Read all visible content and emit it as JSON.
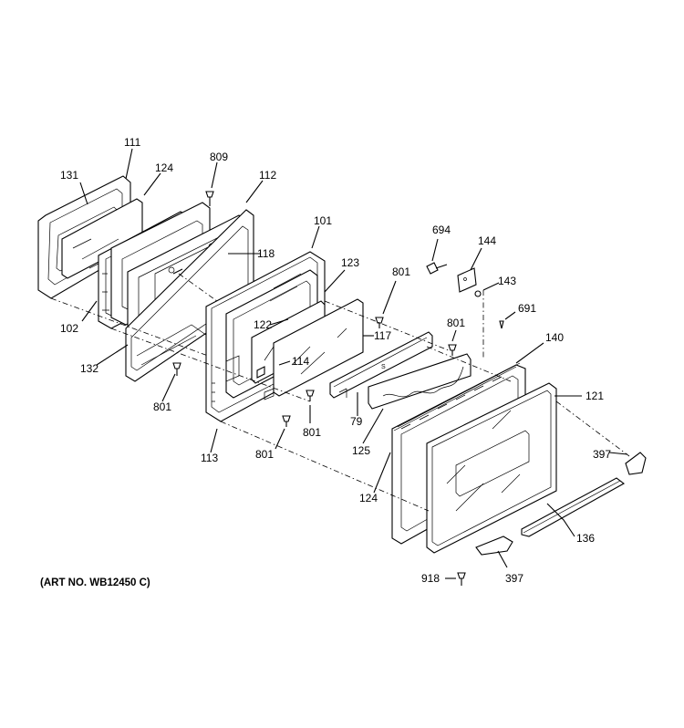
{
  "art_note": "(ART NO. WB12450 C)",
  "callouts": {
    "c111": "111",
    "c131": "131",
    "c124a": "124",
    "c809": "809",
    "c112": "112",
    "c101": "101",
    "c118": "118",
    "c123": "123",
    "c801a": "801",
    "c694": "694",
    "c144": "144",
    "c143": "143",
    "c691": "691",
    "c102": "102",
    "c132": "132",
    "c122": "122",
    "c117": "117",
    "c801b": "801",
    "c140": "140",
    "c114": "114",
    "c801c": "801",
    "c801d": "801",
    "c79": "79",
    "c121": "121",
    "c113": "113",
    "c801e": "801",
    "c125": "125",
    "c397a": "397",
    "c124b": "124",
    "c136": "136",
    "c918": "918",
    "c397b": "397"
  }
}
